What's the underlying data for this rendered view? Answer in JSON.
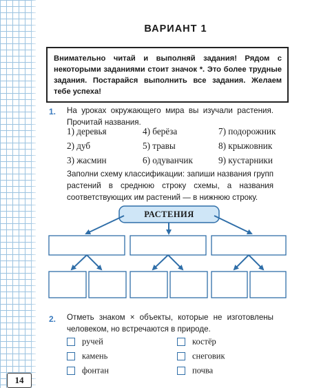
{
  "page": {
    "number": "14"
  },
  "title": "ВАРИАНТ 1",
  "intro": "Внимательно читай и выполняй задания! Рядом с некоторыми заданиями стоит значок *. Это более трудные задания. Постарайся выполнить все задания. Желаем тебе успеха!",
  "task1": {
    "number": "1.",
    "text": "На уроках окружающего мира вы изучали растения. Прочитай названия.",
    "names": [
      "1) деревья",
      "4) берёза",
      "7) подорожник",
      "2) дуб",
      "5) травы",
      "8) крыжовник",
      "3) жасмин",
      "6) одуванчик",
      "9) кустарники"
    ],
    "instruction": "Заполни схему классификации: запиши названия групп растений в среднюю строку схемы, а названия соответствующих им растений — в нижнюю строку.",
    "scheme": {
      "root": "РАСТЕНИЯ",
      "groups": 3,
      "leaves_per_group": 2,
      "colors": {
        "root_fill": "#cfe6f7",
        "root_border": "#2f6ea8",
        "arrow": "#2f6ea8"
      }
    }
  },
  "task2": {
    "number": "2.",
    "text": "Отметь знаком × объекты, которые не изготовлены человеком, но встречаются в природе.",
    "options": [
      "ручей",
      "костёр",
      "камень",
      "снеговик",
      "фонтан",
      "почва"
    ]
  },
  "colors": {
    "accent": "#3a7bbf",
    "grid": "#9cc3e0"
  }
}
